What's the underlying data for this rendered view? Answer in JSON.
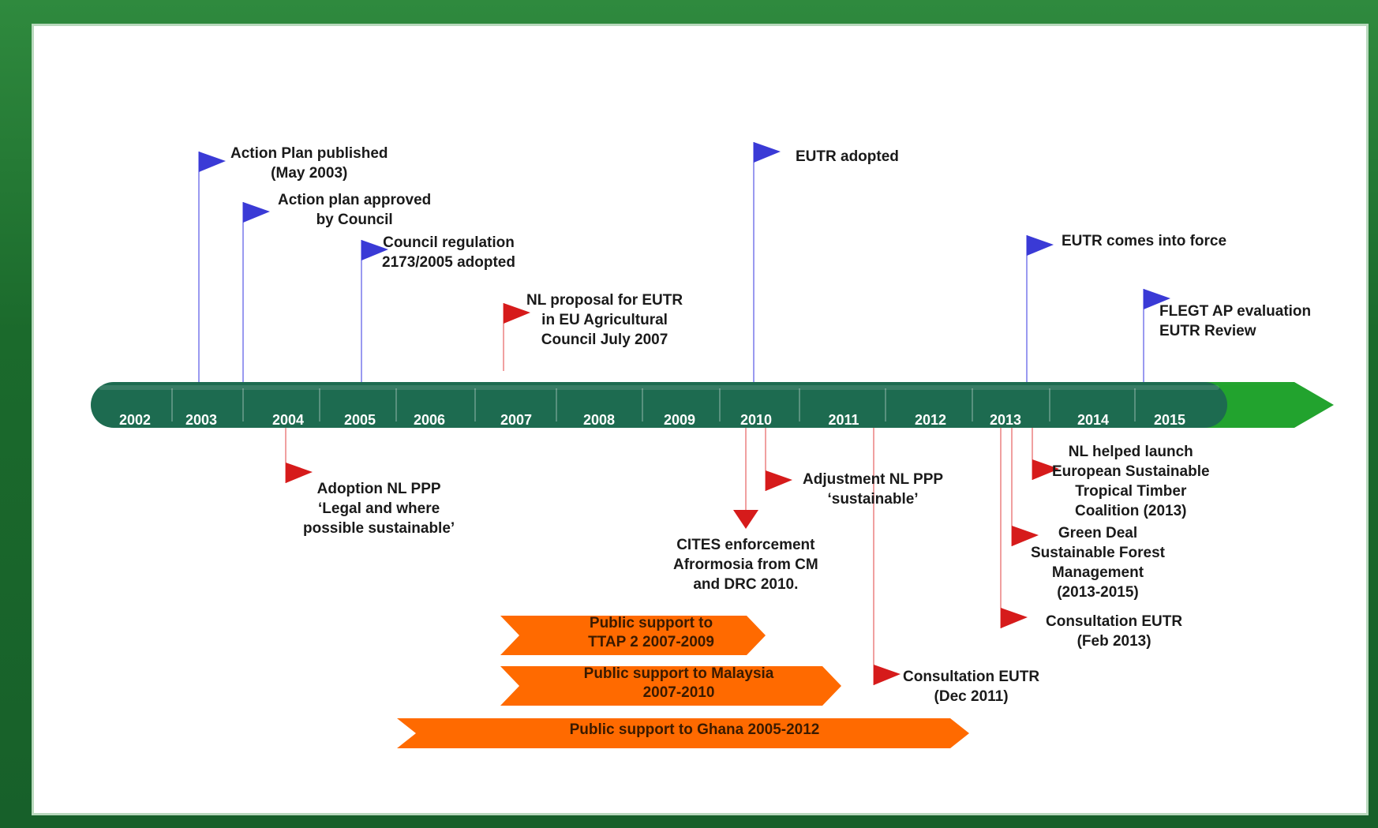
{
  "colors": {
    "frame": "#1d6b2f",
    "timeline_bar": "#1d6b50",
    "timeline_arrow": "#22a32e",
    "blue_flag": "#3a3ad6",
    "red_flag": "#d61b1b",
    "orange_bar": "#ff6a00"
  },
  "years": [
    "2002",
    "2003",
    "2004",
    "2005",
    "2006",
    "2007",
    "2008",
    "2009",
    "2010",
    "2011",
    "2012",
    "2013",
    "2014",
    "2015"
  ],
  "events_above": [
    {
      "lines": [
        "Action Plan published",
        "(May 2003)"
      ]
    },
    {
      "lines": [
        "Action plan approved",
        "by Council"
      ]
    },
    {
      "lines": [
        "Council regulation",
        "2173/2005 adopted"
      ]
    },
    {
      "lines": [
        "NL proposal for EUTR",
        "in EU Agricultural",
        "Council  July 2007"
      ]
    },
    {
      "lines": [
        "EUTR adopted"
      ]
    },
    {
      "lines": [
        "EUTR comes into force"
      ]
    },
    {
      "lines": [
        "FLEGT AP evaluation",
        "EUTR Review"
      ]
    }
  ],
  "events_below": [
    {
      "lines": [
        "Adoption NL PPP",
        "‘Legal and where",
        "possible sustainable’"
      ]
    },
    {
      "lines": [
        "Adjustment NL PPP",
        "‘sustainable’"
      ]
    },
    {
      "lines": [
        "CITES enforcement",
        "Afrormosia from CM",
        "and DRC 2010."
      ]
    },
    {
      "lines": [
        "Consultation EUTR",
        "(Dec 2011)"
      ]
    },
    {
      "lines": [
        "NL helped launch",
        "European Sustainable",
        "Tropical Timber",
        "Coalition (2013)"
      ]
    },
    {
      "lines": [
        "Green Deal",
        "Sustainable Forest",
        "Management",
        "(2013-2015)"
      ]
    },
    {
      "lines": [
        "Consultation EUTR",
        "(Feb 2013)"
      ]
    }
  ],
  "support_bars": [
    {
      "lines": [
        "Public support to",
        "TTAP 2 2007-2009"
      ]
    },
    {
      "lines": [
        "Public support to Malaysia",
        "2007-2010"
      ]
    },
    {
      "lines": [
        "Public support to Ghana 2005-2012"
      ]
    }
  ]
}
